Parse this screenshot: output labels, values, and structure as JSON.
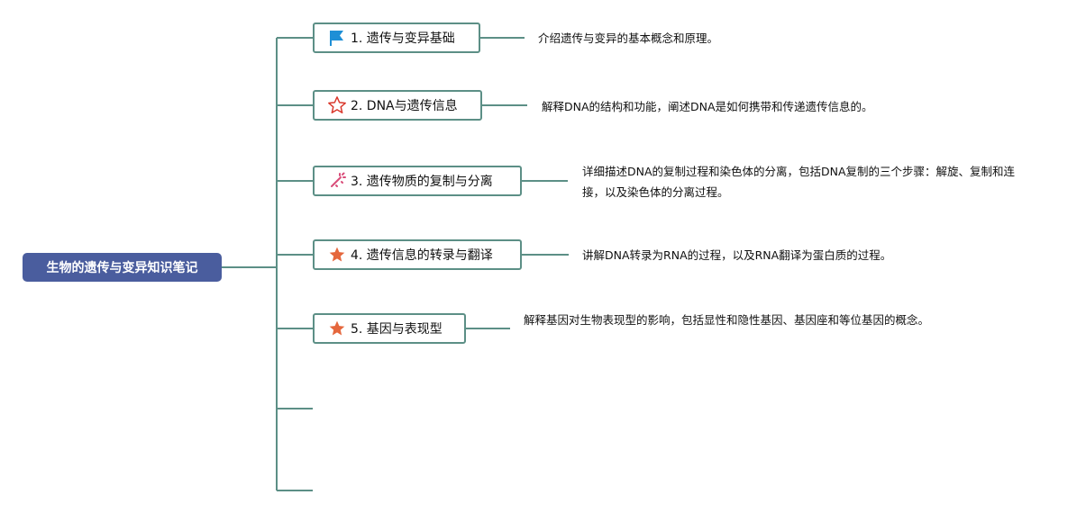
{
  "root": {
    "label": "生物的遗传与变异知识笔记"
  },
  "topics": [
    {
      "label": "1. 遗传与变异基础",
      "icon": "flag-icon",
      "desc": "介绍遗传与变异的基本概念和原理。"
    },
    {
      "label": "2. DNA与遗传信息",
      "icon": "star-outline-icon",
      "desc": "解释DNA的结构和功能，阐述DNA是如何携带和传递遗传信息的。"
    },
    {
      "label": "3. 遗传物质的复制与分离",
      "icon": "sparkle-icon",
      "desc": "详细描述DNA的复制过程和染色体的分离，包括DNA复制的三个步骤：解旋、复制和连接，以及染色体的分离过程。"
    },
    {
      "label": "4. 遗传信息的转录与翻译",
      "icon": "star-filled-icon",
      "desc": "讲解DNA转录为RNA的过程，以及RNA翻译为蛋白质的过程。"
    },
    {
      "label": "5. 基因与表现型",
      "icon": "star-filled-icon",
      "desc": "解释基因对生物表现型的影响，包括显性和隐性基因、基因座和等位基因的概念。"
    }
  ],
  "colors": {
    "root_bg": "#4a5d9e",
    "line": "#5c8f86",
    "flag": "#1e8fd6",
    "star_outline": "#d9372b",
    "star_filled": "#e5673d",
    "sparkle": "#d94d7a"
  }
}
